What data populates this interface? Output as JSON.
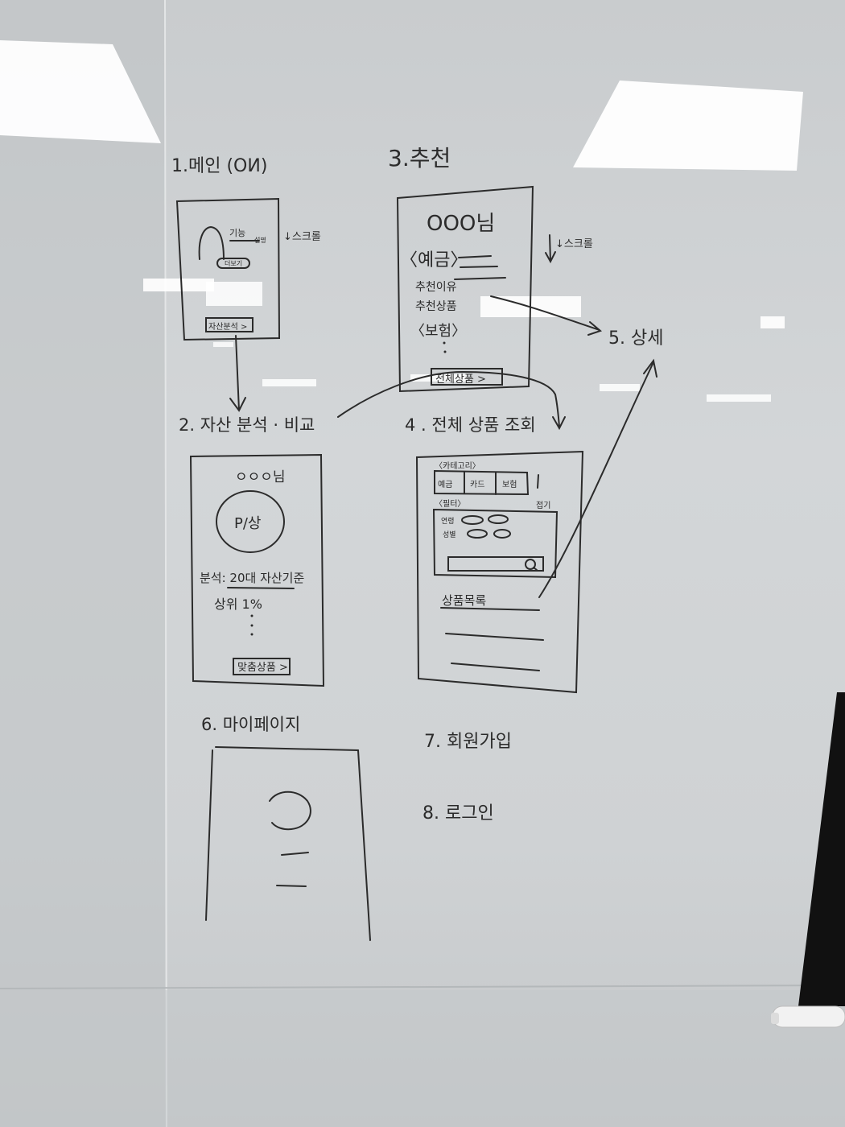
{
  "screens": {
    "s1": {
      "title": "1.메인 (ОИ)",
      "feature": "기능",
      "desc": "설명",
      "more": "더보기",
      "cta": "자산분석 >",
      "scroll": "↓스크롤"
    },
    "s2": {
      "title": "2. 자산 분석 · 비교",
      "name": "ㅇㅇㅇ님",
      "circle": "P/상",
      "result_1": "분석: 20대 자산기준",
      "result_2": "상위 1%",
      "cta": "맞춤상품 >"
    },
    "s3": {
      "title": "3.추천",
      "name": "OOO님",
      "category": "〈예금〉",
      "reason": "추천이유",
      "product": "추천상품",
      "more": "〈보험〉",
      "cta": "전체상품 >",
      "scroll": "↓스크롤"
    },
    "s4": {
      "title": "4 . 전체 상품 조회",
      "category_label": "〈카테고리〉",
      "tabs": [
        "예금",
        "카드",
        "보험"
      ],
      "filter_label": "〈필터〉",
      "close": "접기",
      "filter_rows": [
        "연령",
        "성별"
      ],
      "list_title": "상품목록"
    },
    "s5": {
      "title": "5. 상세"
    },
    "s6": {
      "title": "6. 마이페이지"
    },
    "s7": {
      "title": "7. 회원가입"
    },
    "s8": {
      "title": "8. 로그인"
    }
  }
}
